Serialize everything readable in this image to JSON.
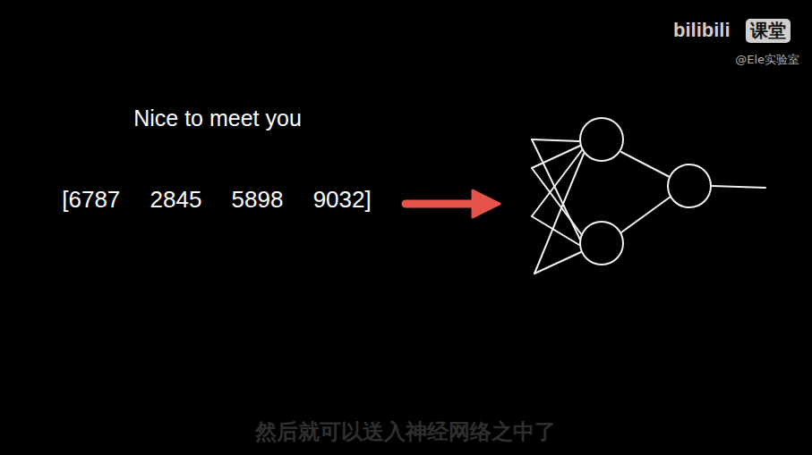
{
  "diagram": {
    "labels": [
      "Nice to meet you",
      "[6787 2845 5898 9032]",
      "bilibili",
      "课堂",
      "@Ele实验室",
      "然后就可以送入神经网络之中了"
    ]
  }
}
